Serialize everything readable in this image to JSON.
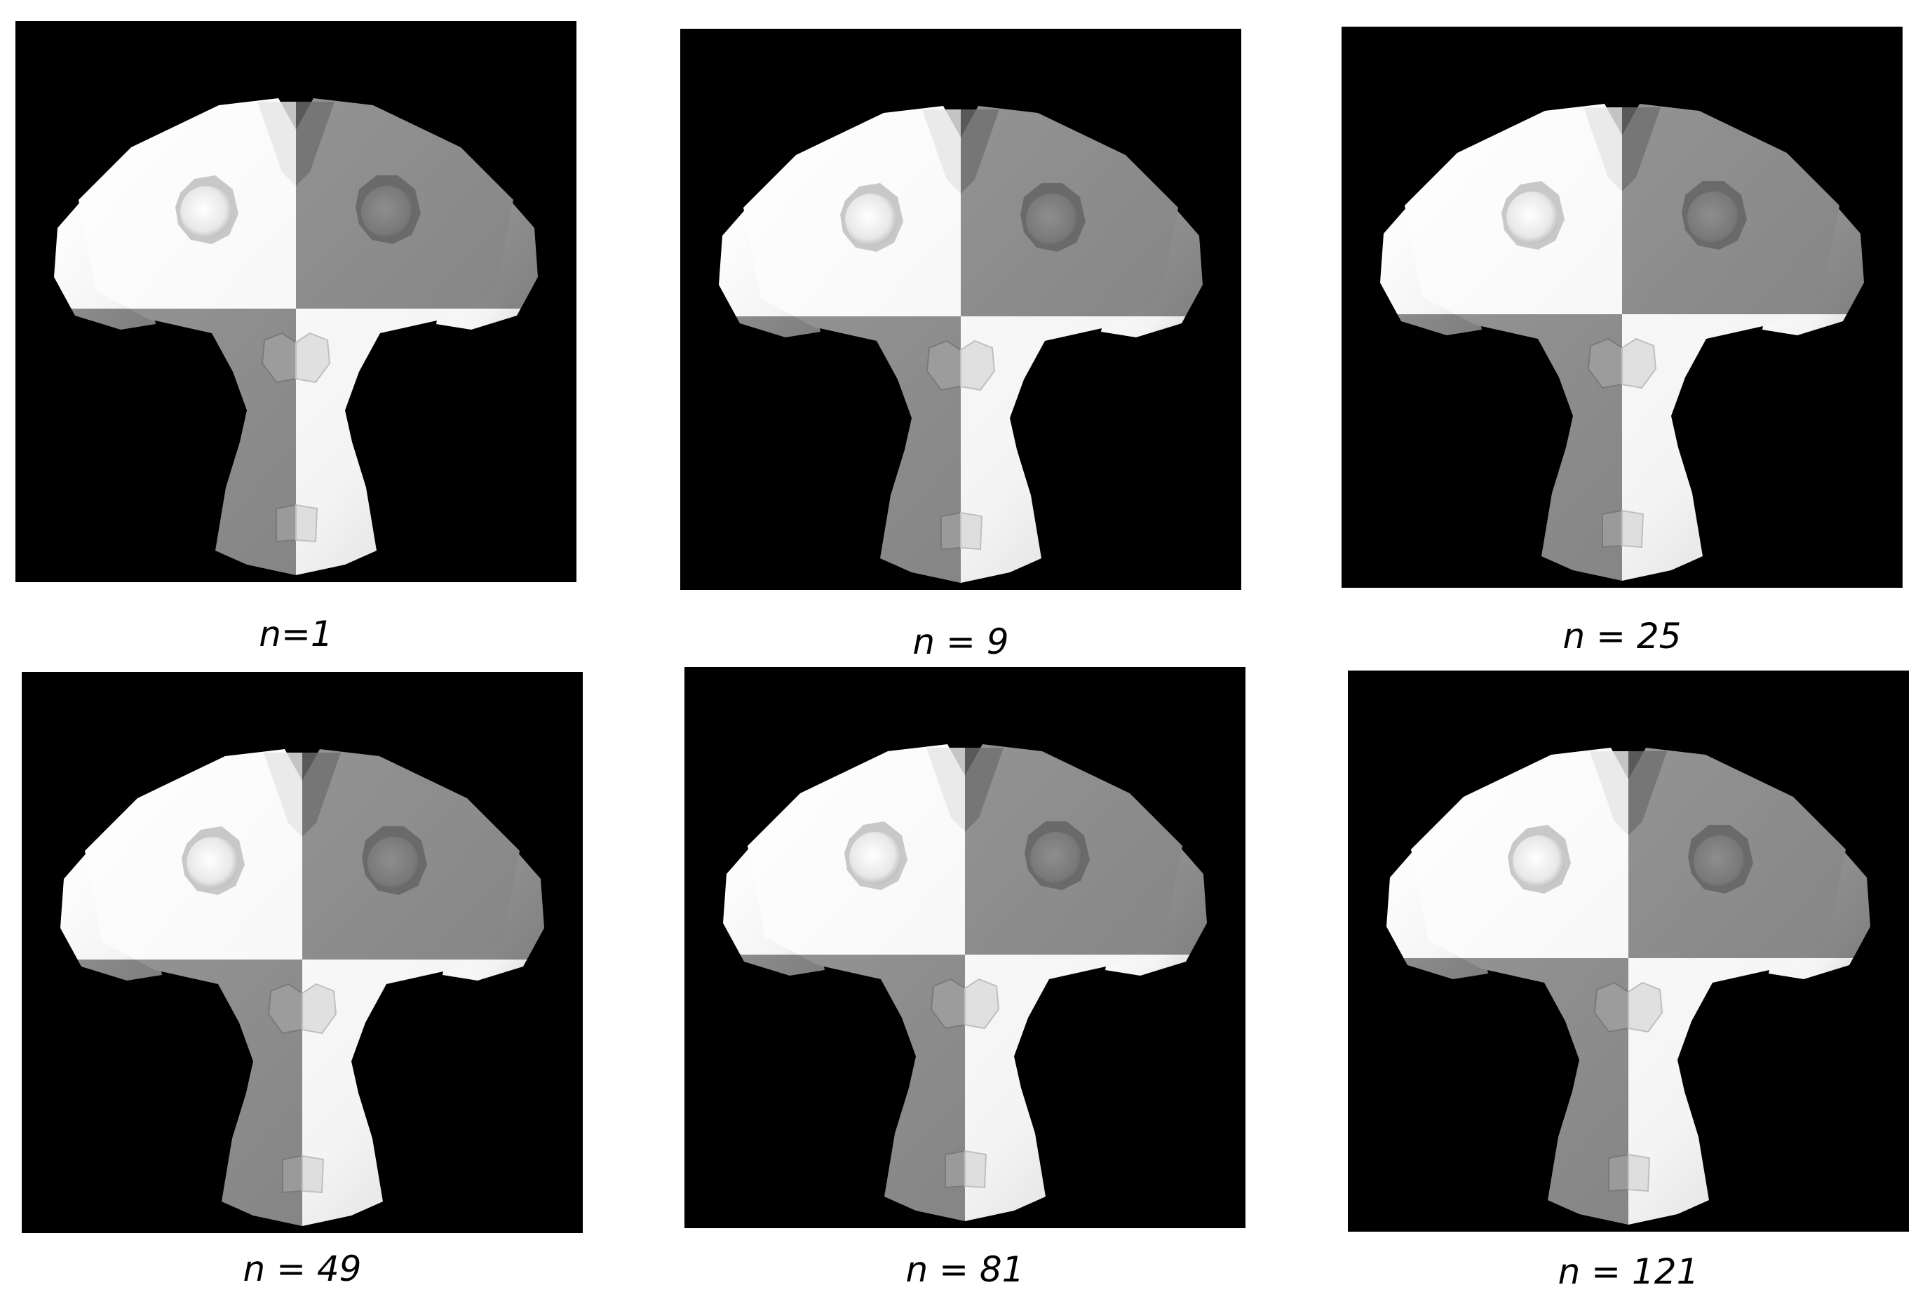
{
  "panels": [
    {
      "caption": "n=1"
    },
    {
      "caption": "n = 9"
    },
    {
      "caption": "n = 25"
    },
    {
      "caption": "n = 49"
    },
    {
      "caption": "n = 81"
    },
    {
      "caption": "n = 121"
    }
  ],
  "colors": {
    "background": "#000000",
    "light": "#f2f2f2",
    "dark": "#8c8c8c"
  }
}
